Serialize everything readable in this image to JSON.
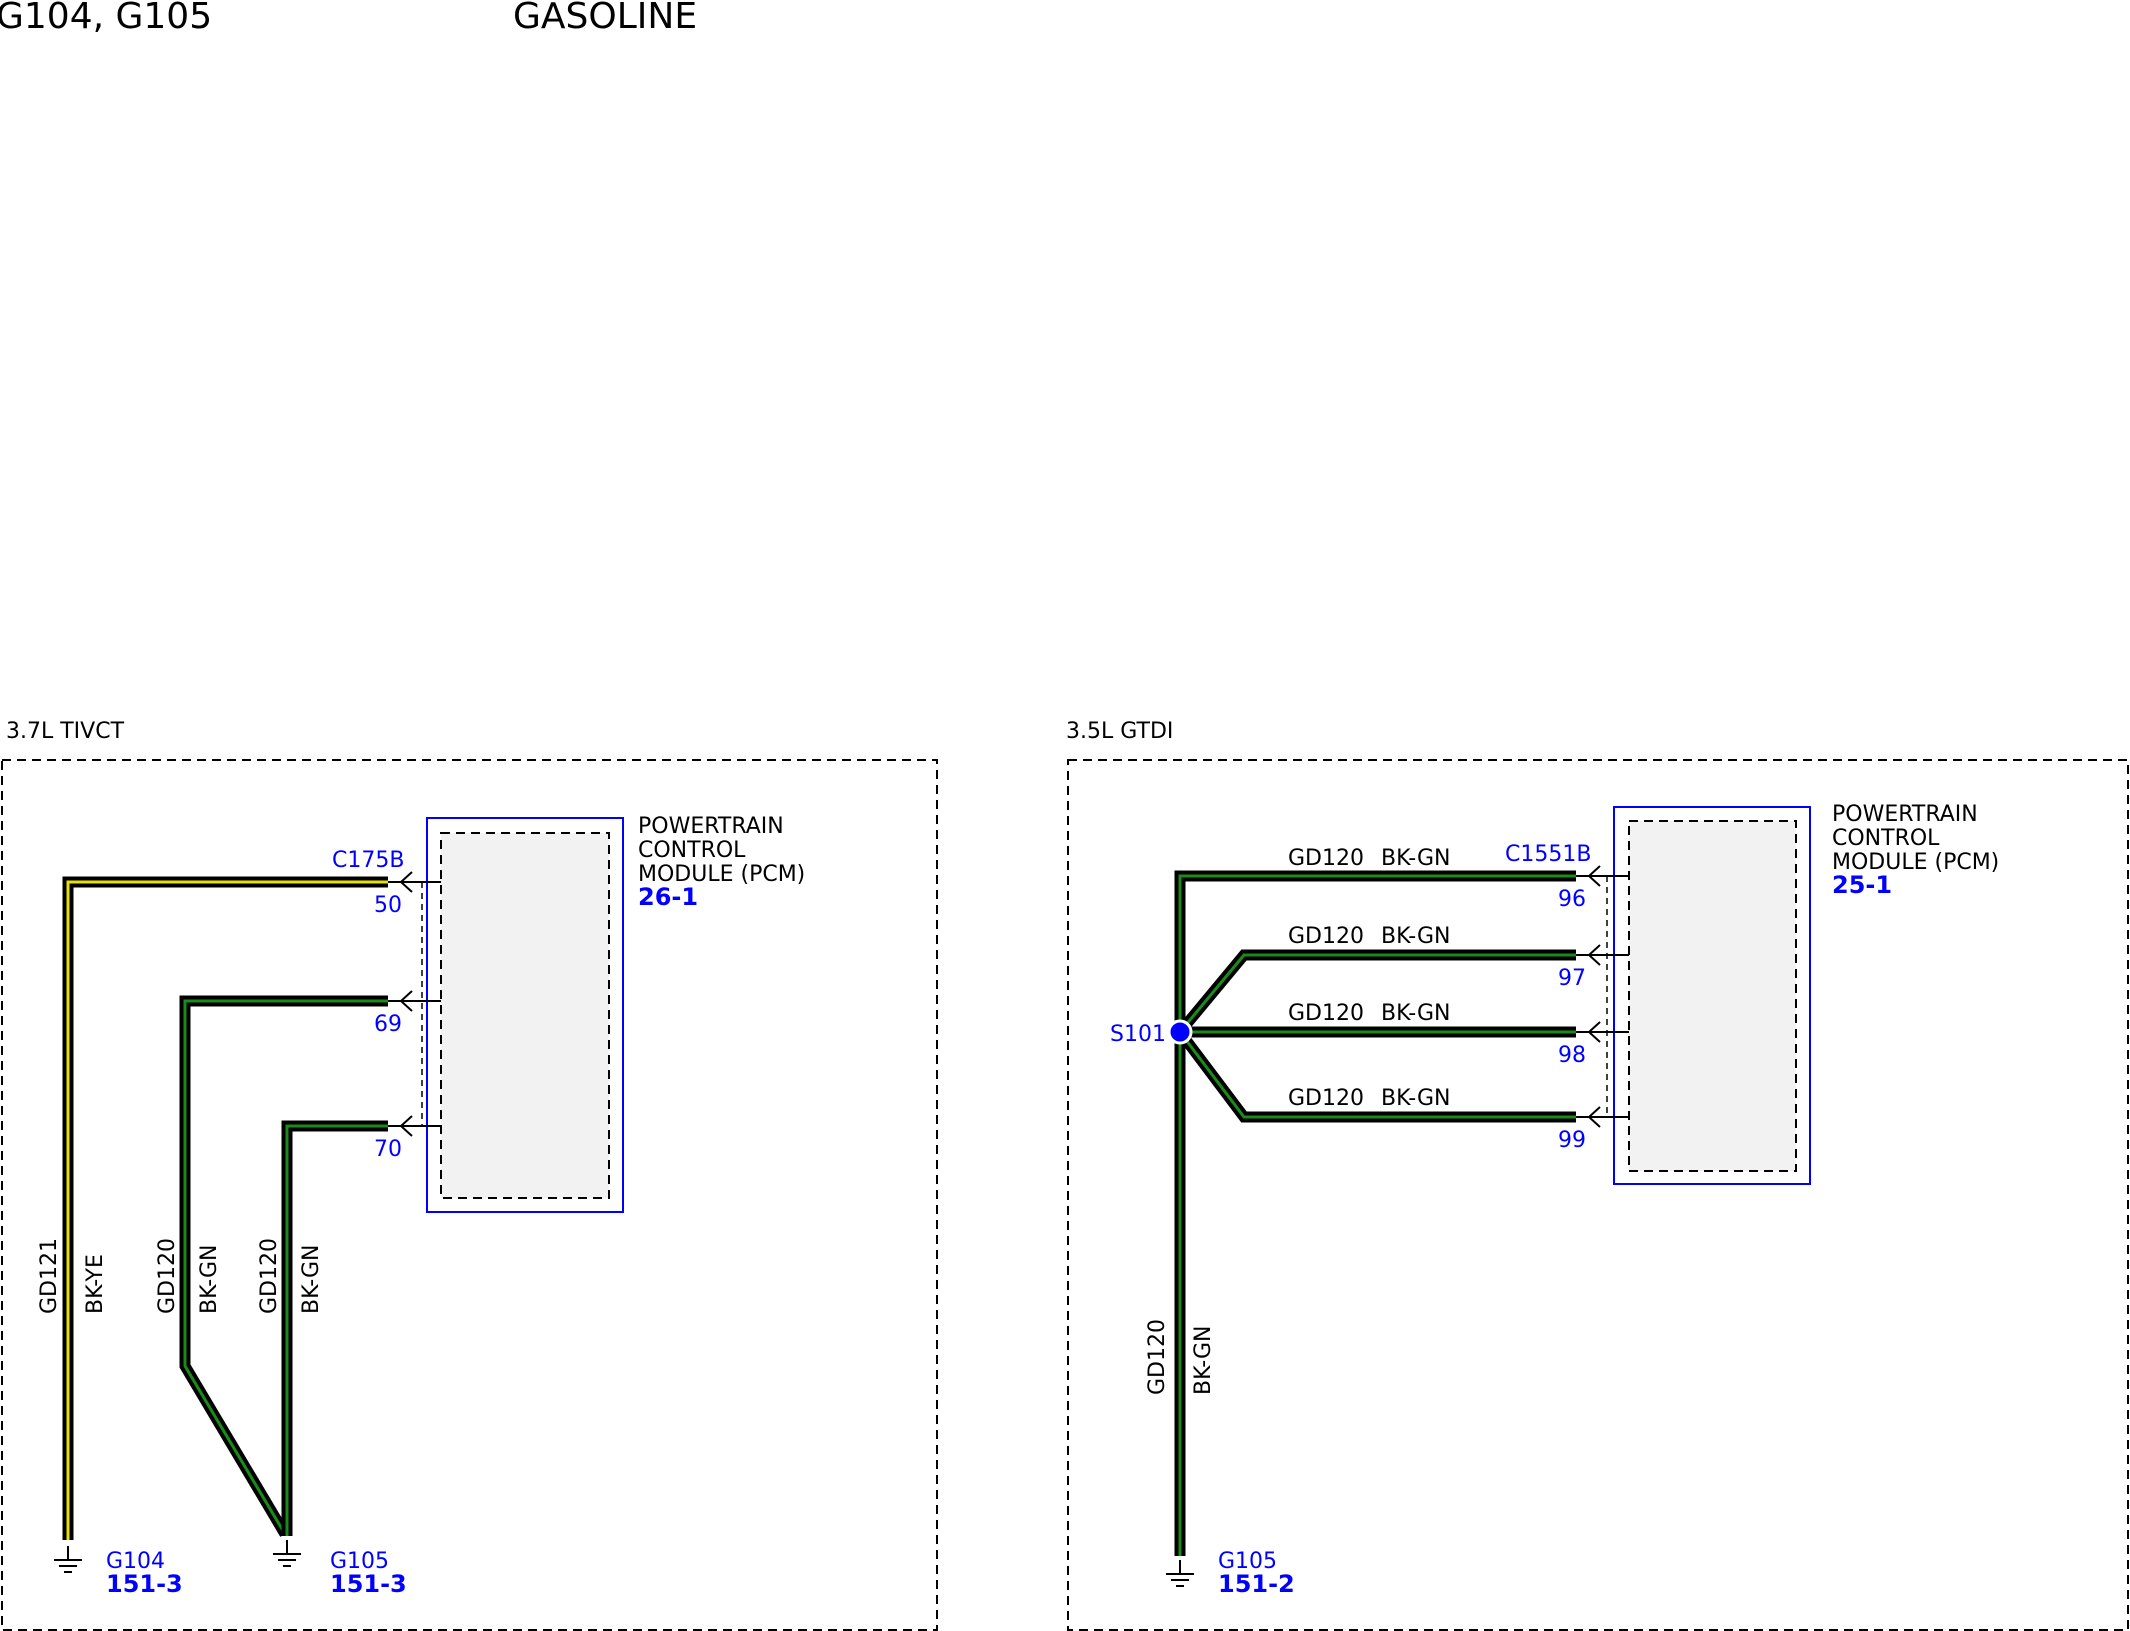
{
  "header": {
    "left": "G104, G105",
    "right": "GASOLINE"
  },
  "panels": {
    "left": {
      "title": "3.7L TIVCT",
      "module": {
        "name_lines": [
          "POWERTRAIN",
          "CONTROL",
          "MODULE (PCM)"
        ],
        "ref": "26-1",
        "connector": "C175B"
      },
      "pins": [
        "50",
        "69",
        "70"
      ],
      "wires": [
        {
          "circuit": "GD121",
          "color": "BK-YE"
        },
        {
          "circuit": "GD120",
          "color": "BK-GN"
        },
        {
          "circuit": "GD120",
          "color": "BK-GN"
        }
      ],
      "grounds": [
        {
          "name": "G104",
          "ref": "151-3"
        },
        {
          "name": "G105",
          "ref": "151-3"
        }
      ]
    },
    "right": {
      "title": "3.5L GTDI",
      "module": {
        "name_lines": [
          "POWERTRAIN",
          "CONTROL",
          "MODULE (PCM)"
        ],
        "ref": "25-1",
        "connector": "C1551B"
      },
      "splice": "S101",
      "pins": [
        "96",
        "97",
        "98",
        "99"
      ],
      "branch_wires": [
        {
          "circuit": "GD120",
          "color": "BK-GN"
        },
        {
          "circuit": "GD120",
          "color": "BK-GN"
        },
        {
          "circuit": "GD120",
          "color": "BK-GN"
        },
        {
          "circuit": "GD120",
          "color": "BK-GN"
        }
      ],
      "trunk_wire": {
        "circuit": "GD120",
        "color": "BK-GN"
      },
      "ground": {
        "name": "G105",
        "ref": "151-2"
      }
    }
  },
  "colors": {
    "reference_blue": "#0000ff",
    "wire_black": "#000000",
    "stripe_yellow": "#e8e000",
    "stripe_green": "#1a8a1a",
    "module_fill": "#f2f2f2"
  }
}
